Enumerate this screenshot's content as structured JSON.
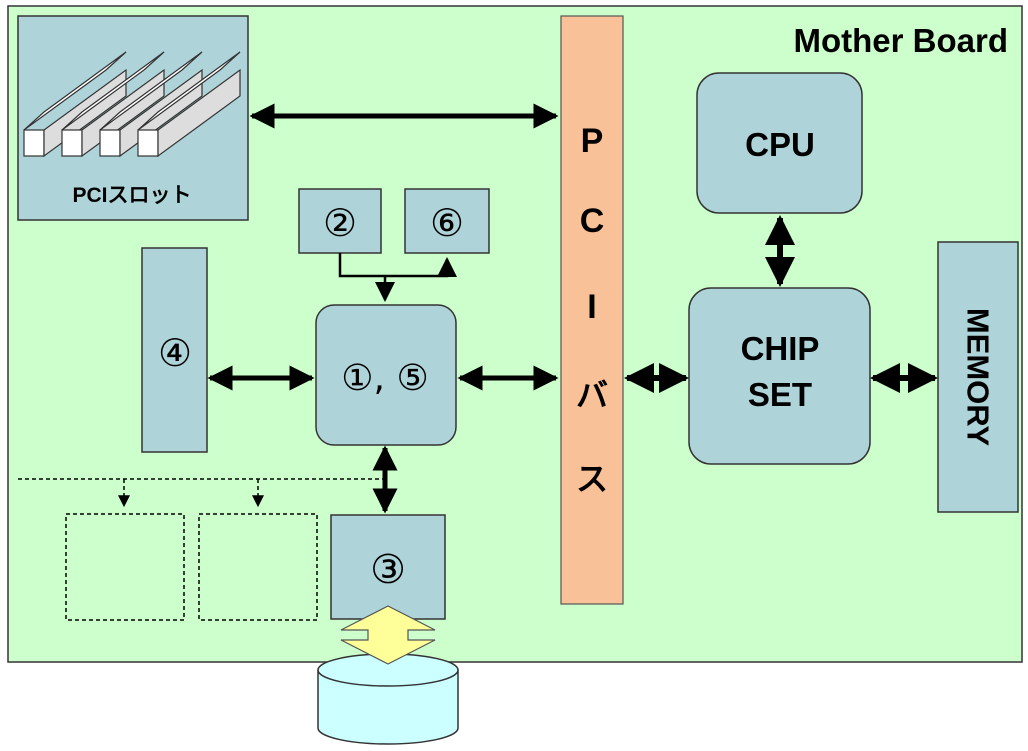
{
  "board": {
    "title": "Mother Board",
    "colors": {
      "board": "#ccffcc",
      "box": "#aed3d8",
      "bus": "#f9c197",
      "disk": "#ccffff",
      "disk_arrow": "#ffff99"
    }
  },
  "pci_slot": {
    "label": "PCIスロット"
  },
  "pci_bus": {
    "chars": [
      "P",
      "C",
      "I",
      "バ",
      "ス"
    ]
  },
  "cpu": {
    "label": "CPU"
  },
  "chipset": {
    "line1": "CHIP",
    "line2": "SET"
  },
  "memory": {
    "label": "MEMORY"
  },
  "components": {
    "c2": "②",
    "c6": "⑥",
    "c4": "④",
    "c15": "①, ⑤",
    "c3": "③"
  }
}
